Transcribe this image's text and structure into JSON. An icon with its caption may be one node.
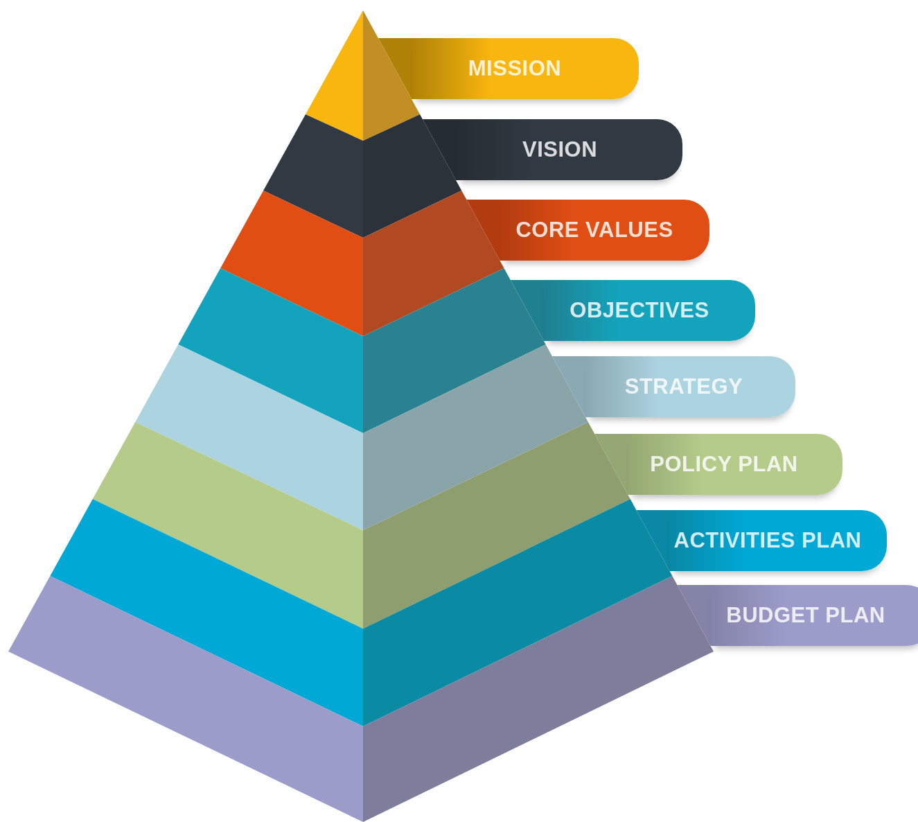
{
  "diagram": {
    "nodes": [
      {
        "text": [
          "MISSION"
        ]
      },
      {
        "text": [
          "VISION"
        ]
      },
      {
        "text": [
          "CORE VALUES"
        ]
      },
      {
        "text": [
          "OBJECTIVES"
        ]
      },
      {
        "text": [
          "STRATEGY"
        ]
      },
      {
        "text": [
          "POLICY PLAN"
        ]
      },
      {
        "text": [
          "ACTIVITIES PLAN"
        ]
      },
      {
        "text": [
          "BUDGET PLAN"
        ]
      }
    ],
    "edges": []
  }
}
